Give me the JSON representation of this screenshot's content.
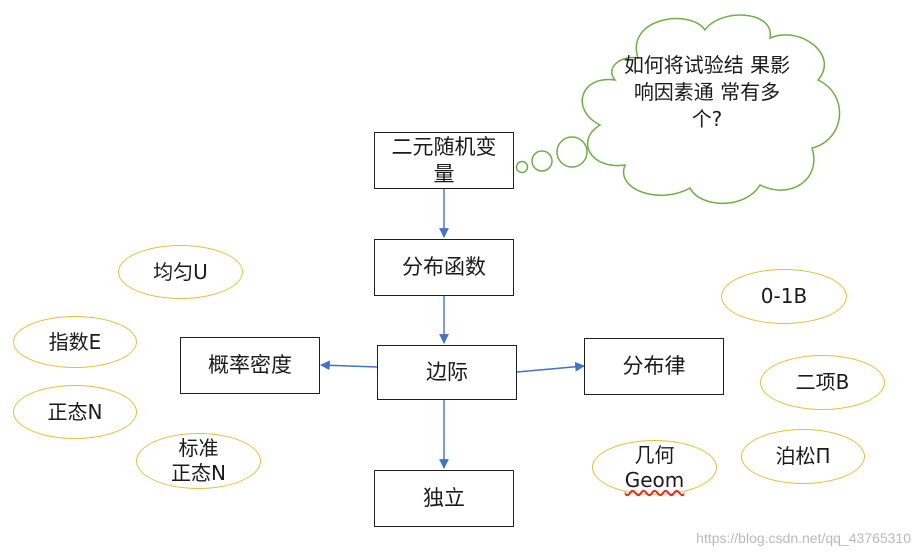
{
  "nodes": {
    "bivariate": [
      "二元随机变",
      "量"
    ],
    "cdf": "分布函数",
    "marginal": "边际",
    "pdf": "概率密度",
    "pmf": "分布律",
    "independent": "独立"
  },
  "continuous": {
    "uniform": "均匀U",
    "exponential": "指数E",
    "normal": "正态N",
    "standard_normal": [
      "标准",
      "正态N"
    ]
  },
  "discrete": {
    "bernoulli": "0-1B",
    "binomial": "二项B",
    "poisson": "泊松Π",
    "geometric": [
      "几何",
      "Geom"
    ]
  },
  "thought": [
    "如何将试验结",
    "果影响因素通",
    "常有多个?"
  ],
  "watermark": "https://blog.csdn.net/qq_43765310",
  "colors": {
    "arrow": "#4472c4",
    "ellipse_border": "#e7be3a",
    "cloud_border": "#70ad47",
    "box_border": "#1f1f1f"
  }
}
